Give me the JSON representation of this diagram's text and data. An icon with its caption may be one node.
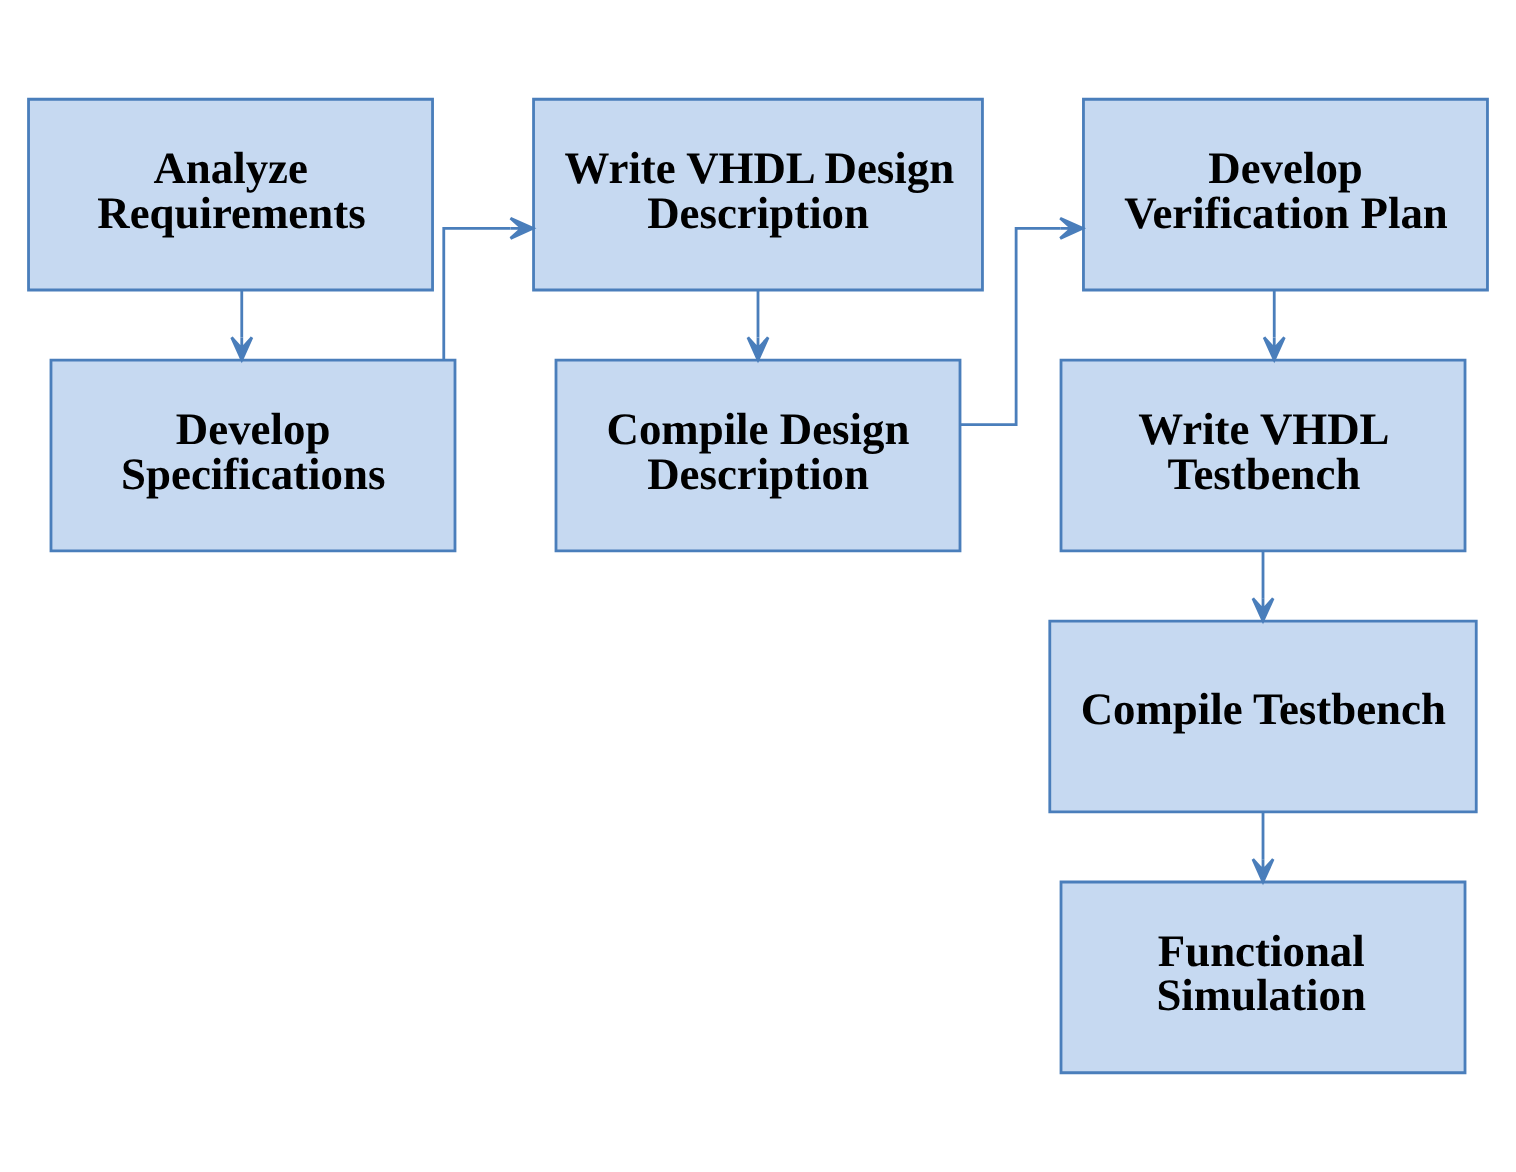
{
  "diagram": {
    "nodes": [
      {
        "text": [
          "Analyze Requirements"
        ]
      },
      {
        "text": [
          "Develop Specifications"
        ]
      },
      {
        "text": [
          "Write VHDL Design Description"
        ]
      },
      {
        "text": [
          "Compile Design Description"
        ]
      },
      {
        "text": [
          "Develop Verification Plan"
        ]
      },
      {
        "text": [
          "Write VHDL Testbench"
        ]
      },
      {
        "text": [
          "Compile Testbench"
        ]
      },
      {
        "text": [
          "Functional Simulation"
        ]
      }
    ],
    "edges": [
      {
        "from": 0,
        "to": 1,
        "arrow": "to"
      },
      {
        "from": 1,
        "to": 2,
        "arrow": "to"
      },
      {
        "from": 2,
        "to": 3,
        "arrow": "to"
      },
      {
        "from": 3,
        "to": 4,
        "arrow": "to"
      },
      {
        "from": 4,
        "to": 5,
        "arrow": "to"
      },
      {
        "from": 5,
        "to": 6,
        "arrow": "to"
      },
      {
        "from": 6,
        "to": 7,
        "arrow": "to"
      }
    ]
  }
}
